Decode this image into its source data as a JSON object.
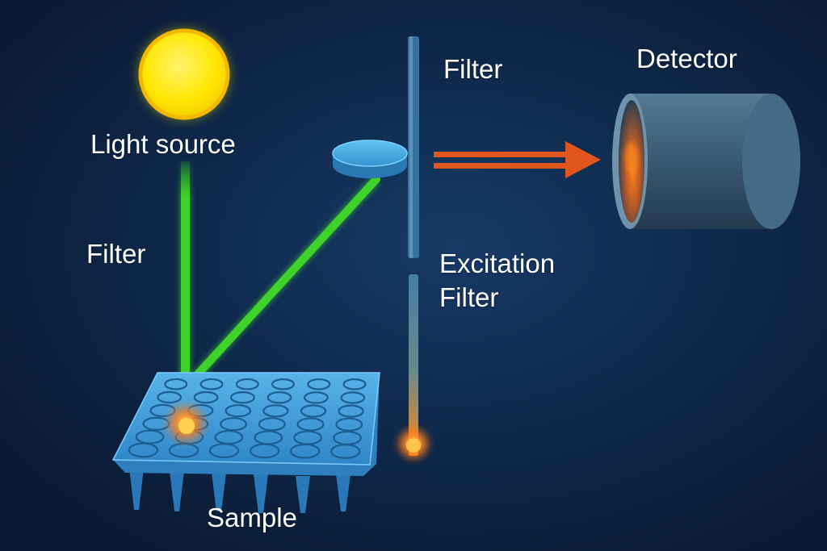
{
  "labels": {
    "light_source": "Light source",
    "filter_left": "Filter",
    "filter_top": "Filter",
    "excitation_line1": "Excitation",
    "excitation_line2": "Filter",
    "detector": "Detector",
    "sample": "Sample"
  },
  "icons": {
    "light_source": "sun-icon",
    "detector": "cylinder-icon",
    "sample": "well-plate-icon",
    "lens": "lens-disc-icon",
    "arrow": "double-arrow-icon"
  },
  "colors": {
    "background": "#0f2a4d",
    "light_source": "#ffe600",
    "light_source_ring": "#f5c400",
    "excitation_beam": "#3fd22a",
    "emission_glow": "#ff7a1a",
    "arrow": "#e0561c",
    "plate": "#3e96d4",
    "filter_bar": "#3f7ea8",
    "detector_body": "#3c5f7a"
  }
}
